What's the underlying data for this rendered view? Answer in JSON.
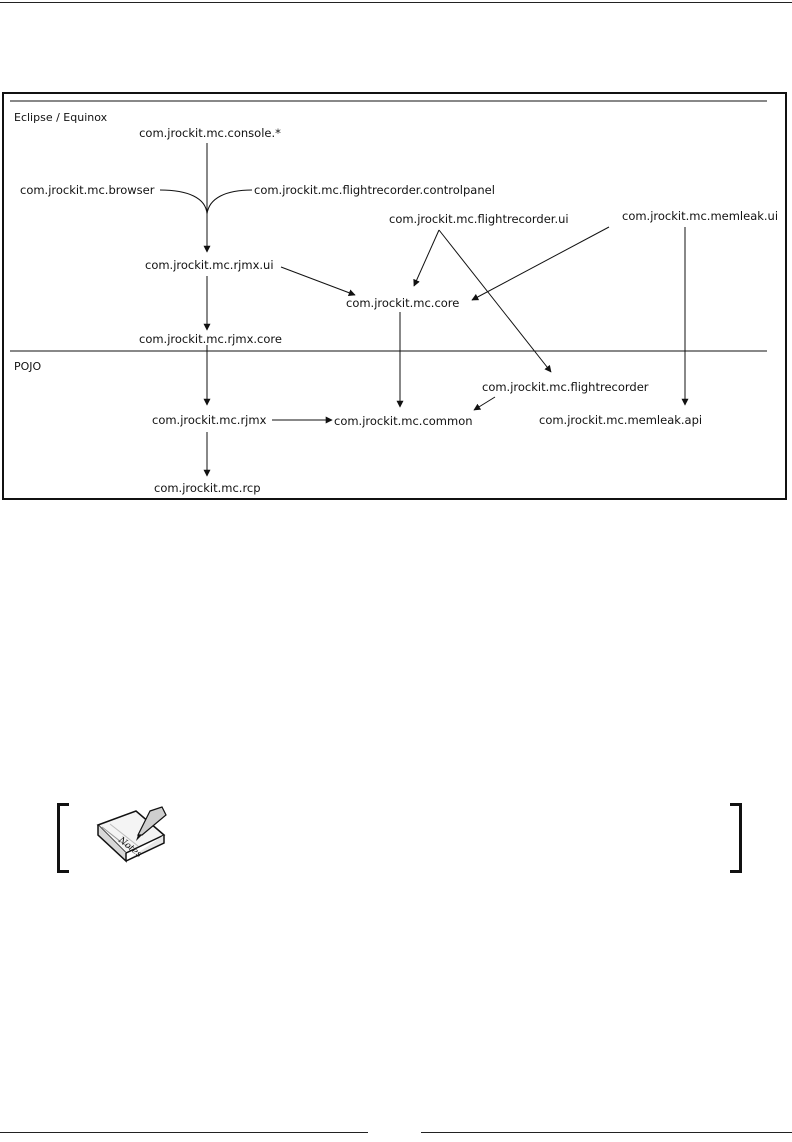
{
  "diagram": {
    "regions": [
      {
        "id": "eclipse",
        "label": "Eclipse / Equinox"
      },
      {
        "id": "pojo",
        "label": "POJO"
      }
    ],
    "nodes": [
      {
        "id": "console",
        "label": "com.jrockit.mc.console.*"
      },
      {
        "id": "browser",
        "label": "com.jrockit.mc.browser"
      },
      {
        "id": "controlpanel",
        "label": "com.jrockit.mc.flightrecorder.controlpanel"
      },
      {
        "id": "fr_ui",
        "label": "com.jrockit.mc.flightrecorder.ui"
      },
      {
        "id": "memleak_ui",
        "label": "com.jrockit.mc.memleak.ui"
      },
      {
        "id": "rjmx_ui",
        "label": "com.jrockit.mc.rjmx.ui"
      },
      {
        "id": "core",
        "label": "com.jrockit.mc.core"
      },
      {
        "id": "rjmx_core",
        "label": "com.jrockit.mc.rjmx.core"
      },
      {
        "id": "flightrecorder",
        "label": "com.jrockit.mc.flightrecorder"
      },
      {
        "id": "rjmx",
        "label": "com.jrockit.mc.rjmx"
      },
      {
        "id": "common",
        "label": "com.jrockit.mc.common"
      },
      {
        "id": "memleak_api",
        "label": "com.jrockit.mc.memleak.api"
      },
      {
        "id": "rcp",
        "label": "com.jrockit.mc.rcp"
      }
    ],
    "edges": [
      {
        "from": "console",
        "to": "rjmx_ui"
      },
      {
        "from": "browser",
        "to": "rjmx_ui"
      },
      {
        "from": "controlpanel",
        "to": "rjmx_ui"
      },
      {
        "from": "rjmx_ui",
        "to": "rjmx_core"
      },
      {
        "from": "rjmx_ui",
        "to": "core"
      },
      {
        "from": "fr_ui",
        "to": "core"
      },
      {
        "from": "fr_ui",
        "to": "flightrecorder"
      },
      {
        "from": "memleak_ui",
        "to": "core"
      },
      {
        "from": "memleak_ui",
        "to": "memleak_api"
      },
      {
        "from": "rjmx_core",
        "to": "rjmx"
      },
      {
        "from": "core",
        "to": "common"
      },
      {
        "from": "flightrecorder",
        "to": "common"
      },
      {
        "from": "rjmx",
        "to": "common"
      },
      {
        "from": "rjmx",
        "to": "rcp"
      }
    ]
  },
  "note": {
    "icon": "notes-icon",
    "icon_text": "Notes"
  }
}
